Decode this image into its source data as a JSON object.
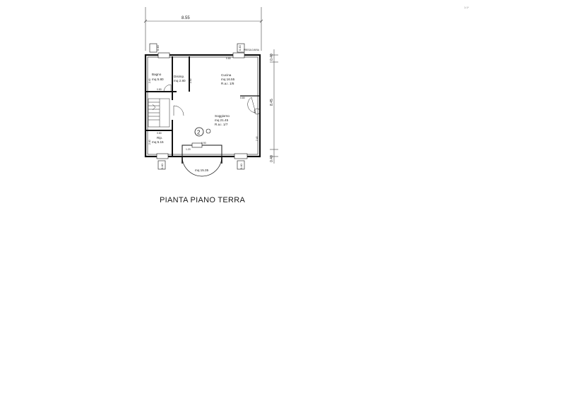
{
  "scale_mark": "1:1*",
  "caption": "PIANTA PIANO TERRA",
  "room_marker": "2",
  "dimensions": {
    "width_top": "8.55",
    "right_top": "0.40",
    "right_mid": "8.45",
    "right_bottom": "0.40",
    "wall_top_left": "0.40",
    "wall_top_right": "0.40",
    "wall_bottom_left": "0.40",
    "wall_bottom_right": "0.40",
    "presa": "PRESA D'ARIA"
  },
  "rooms": {
    "bagno": {
      "name": "Bagno",
      "area": "mq 5.80"
    },
    "disimp": {
      "name": "Disimp.",
      "area": "mq 2.80"
    },
    "cucina": {
      "name": "Cucina",
      "area": "mq 16.55",
      "ratio": "R.a.i. 1/8"
    },
    "soggiorno": {
      "name": "Soggiorno",
      "area": "mq 21.45",
      "ratio": "R.a.i. 1/7"
    },
    "rip": {
      "name": "Rip.",
      "area": "mq 5.15"
    },
    "portico": {
      "area": "mq 15.35"
    }
  },
  "openings": {
    "h1": "2.40",
    "h2": "2.40",
    "h3": "2.40",
    "h4": "2.40",
    "w1": "0.80",
    "w2": "0.80",
    "w3": "0.80",
    "w4": "0.80",
    "w5": "0.90",
    "w6": "1.20"
  }
}
